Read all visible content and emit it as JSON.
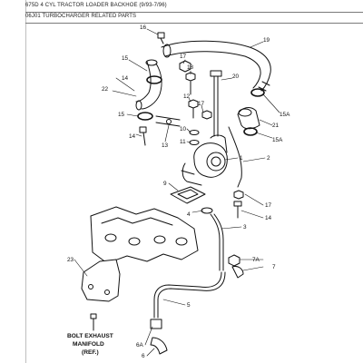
{
  "header": {
    "model": "675D 4 CYL TRACTOR LOADER BACKHOE (9/93-7/96)",
    "section": "06J01 TURBOCHARGER RELATED PARTS"
  },
  "callouts": {
    "c16": "16",
    "c19": "19",
    "c15a": "15",
    "c17a": "17",
    "c18": "18",
    "c20": "20",
    "c14a": "14",
    "c22": "22",
    "c12": "12",
    "c15b": "15",
    "c17b": "17",
    "c15A1": "15A",
    "c21": "21",
    "c10": "10",
    "c11": "11",
    "c15A2": "15A",
    "c14b": "14",
    "c13": "13",
    "c1": "1",
    "c2": "2",
    "c9": "9",
    "c17c": "17",
    "c4": "4",
    "c14c": "14",
    "c3": "3",
    "c7A": "7A",
    "c7": "7",
    "c23": "23",
    "c5": "5",
    "c6A": "6A",
    "c6": "6"
  },
  "note": {
    "line1": "BOLT EXHAUST",
    "line2": "MANIFOLD",
    "line3": "(REF.)"
  }
}
